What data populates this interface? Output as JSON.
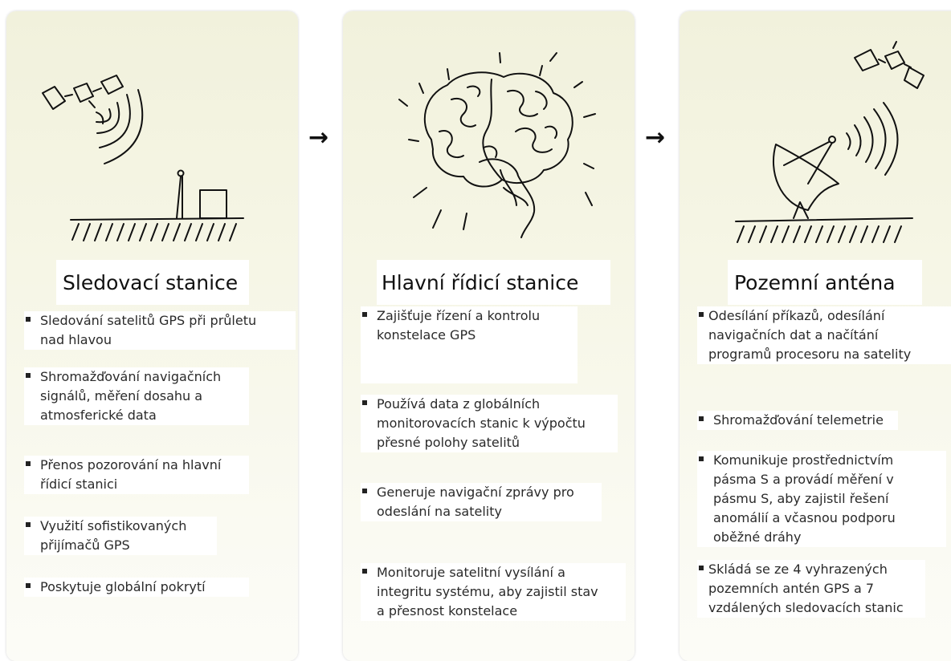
{
  "panels": [
    {
      "title": "Sledovací stanice",
      "bullets": [
        "Sledování satelitů GPS při průletu\nnad hlavou",
        "Shromažďování navigačních\nsignálů, měření dosahu a\natmosferické data",
        "Přenos pozorování na hlavní\nřídicí stanici",
        "Využití sofistikovaných\npřijímačů GPS",
        "Poskytuje globální pokrytí"
      ]
    },
    {
      "title": "Hlavní řídicí stanice",
      "bullets": [
        "Zajišťuje řízení a kontrolu\nkonstelace GPS",
        "Používá data z globálních\nmonitorovacích stanic k výpočtu\npřesné polohy satelitů",
        "Generuje navigační zprávy pro\nodeslání na satelity",
        "Monitoruje satelitní vysílání a\nintegritu systému, aby zajistil stav\na přesnost konstelace"
      ]
    },
    {
      "title": "Pozemní anténa",
      "bullets": [
        "Odesílání příkazů, odesílání\nnavigačních dat a načítání\nprogramů procesoru na satelity",
        "Shromažďování telemetrie",
        "Komunikuje prostřednictvím\npásma S a provádí měření v\npásmu S, aby zajistil řešení\nanomálií a včasnou podporu\noběžné dráhy",
        "Skládá se ze 4 vyhrazených\npozemních antén GPS a 7\nvzdálených sledovacích stanic"
      ]
    }
  ],
  "arrows": [
    "→",
    "→"
  ]
}
